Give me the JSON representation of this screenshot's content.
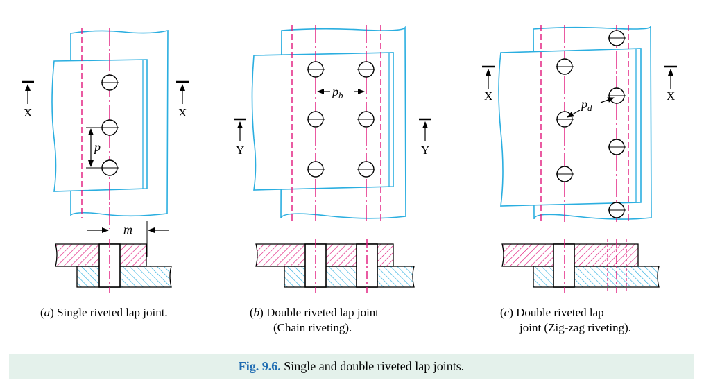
{
  "panels": {
    "a": {
      "section_left": "X",
      "section_right": "X",
      "pitch_label": "p",
      "margin_label": "m",
      "caption_letter": "a",
      "caption_text": " Single riveted lap joint."
    },
    "b": {
      "section_left": "Y",
      "section_right": "Y",
      "pitch_label": "p",
      "pitch_sub": "b",
      "caption_letter": "b",
      "caption_line1": " Double riveted lap joint",
      "caption_line2": "(Chain riveting)."
    },
    "c": {
      "section_left": "X",
      "section_right": "X",
      "pitch_label": "p",
      "pitch_sub": "d",
      "caption_letter": "c",
      "caption_line1": " Double riveted lap",
      "caption_line2": "joint (Zig-zag riveting)."
    }
  },
  "figure": {
    "number": "Fig. 9.6.",
    "title": " Single and double riveted lap joints."
  },
  "colors": {
    "plate": "#2aaee0",
    "centerline": "#e0157a",
    "outline": "#000000",
    "footer_bg": "#e4f1eb",
    "figure_number": "#1f6cb2"
  }
}
